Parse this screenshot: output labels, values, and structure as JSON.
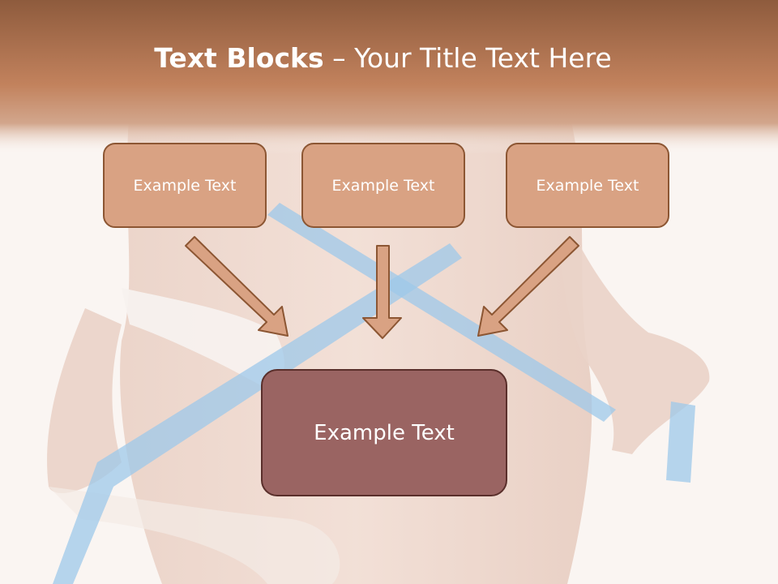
{
  "title": {
    "bold": "Text Blocks",
    "rest": " – Your Title Text Here"
  },
  "boxes": [
    {
      "label": "Example Text"
    },
    {
      "label": "Example Text"
    },
    {
      "label": "Example Text"
    }
  ],
  "main_box": {
    "label": "Example Text"
  },
  "colors": {
    "header_band": "#b97752",
    "small_box_fill": "#d9a283",
    "small_box_border": "#8c5633",
    "main_box_fill": "#9a6462",
    "main_box_border": "#5a2f2b",
    "arrow_fill": "#d9a283",
    "arrow_stroke": "#8c5633",
    "tape": "#9ec8ea"
  }
}
